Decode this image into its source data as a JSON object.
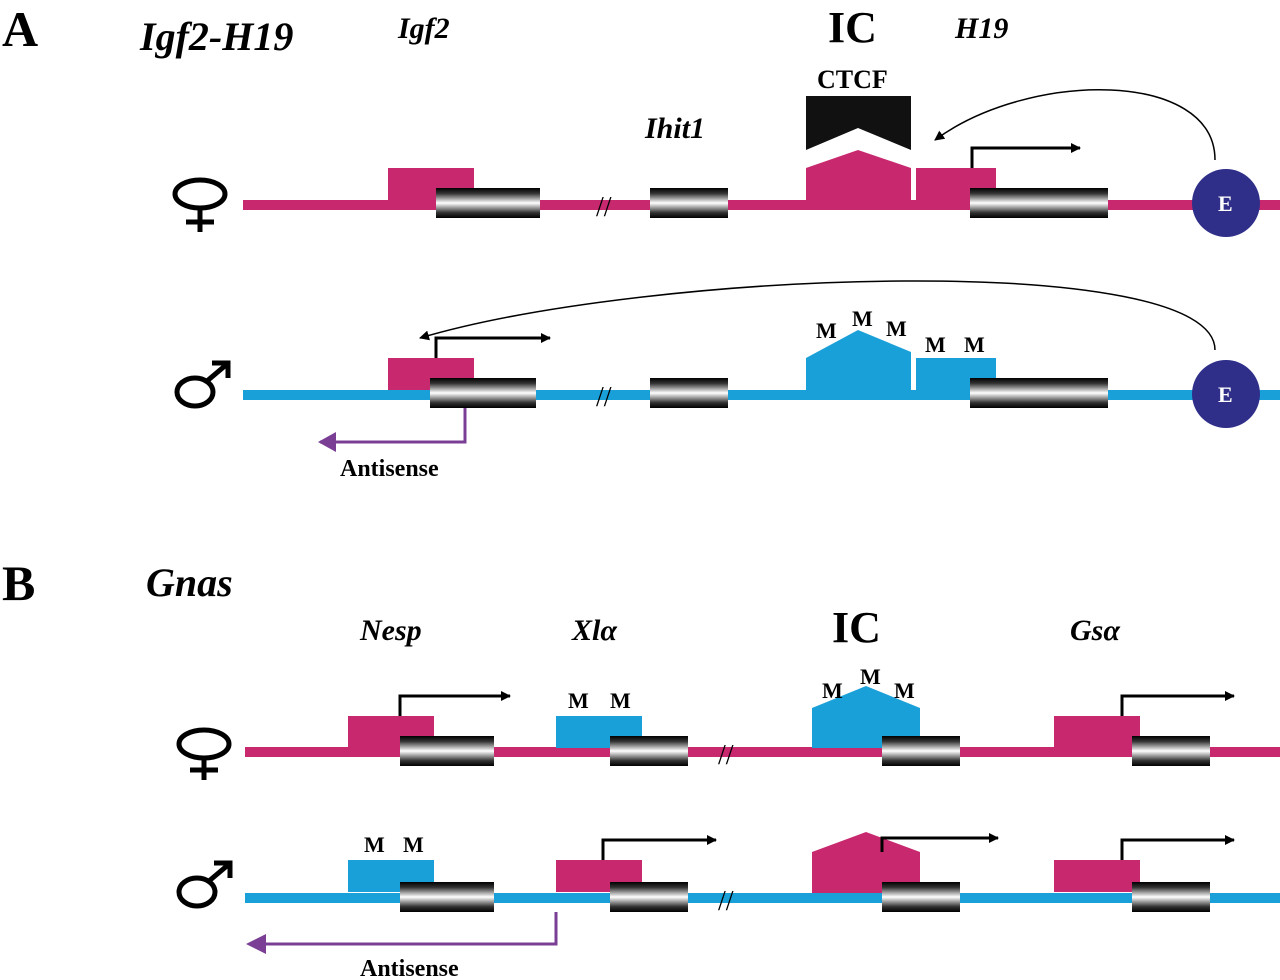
{
  "colors": {
    "maternal": "#c8286e",
    "paternal": "#1aa0d8",
    "antisense": "#7a3f94",
    "enhancer": "#2f2f8a"
  },
  "panel_a": {
    "letter": "A",
    "locus": "Igf2-H19",
    "genes": {
      "igf2": "Igf2",
      "ihit1": "Ihit1",
      "ic": "IC",
      "h19": "H19"
    },
    "ctcf": "CTCF",
    "enhancer": "E",
    "antisense": "Antisense",
    "methyl": "M"
  },
  "panel_b": {
    "letter": "B",
    "locus": "Gnas",
    "genes": {
      "nesp": "Nesp",
      "xla": "Xlα",
      "ic": "IC",
      "gsa": "Gsα"
    },
    "antisense": "Antisense",
    "methyl": "M"
  },
  "symbols": {
    "female": "female-symbol",
    "male": "male-symbol"
  },
  "break_mark": "//"
}
